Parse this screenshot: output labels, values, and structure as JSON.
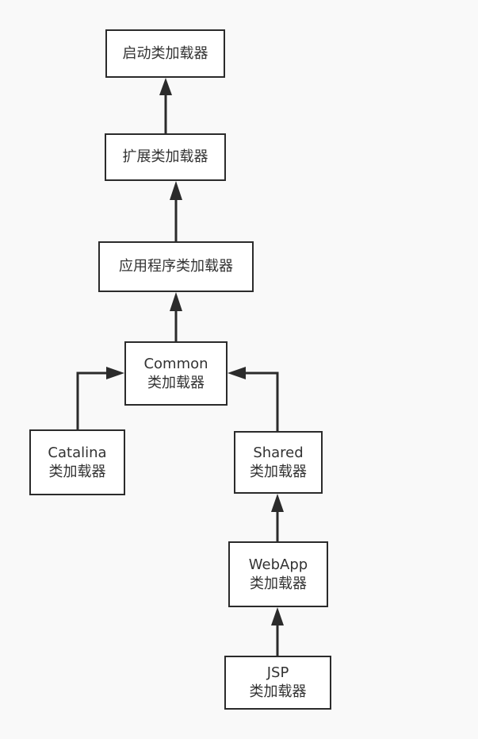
{
  "colors": {
    "background": "#f9f9f9",
    "node_fill": "#ffffff",
    "stroke": "#2b2b2b",
    "text": "#333333"
  },
  "nodes": {
    "bootstrap": {
      "line1": "启动类加载器"
    },
    "extension": {
      "line1": "扩展类加载器"
    },
    "application": {
      "line1": "应用程序类加载器"
    },
    "common": {
      "line1": "Common",
      "line2": "类加载器"
    },
    "catalina": {
      "line1": "Catalina",
      "line2": "类加载器"
    },
    "shared": {
      "line1": "Shared",
      "line2": "类加载器"
    },
    "webapp": {
      "line1": "WebApp",
      "line2": "类加载器"
    },
    "jsp": {
      "line1": "JSP",
      "line2": "类加载器"
    }
  },
  "edges": [
    {
      "from": "extension",
      "to": "bootstrap"
    },
    {
      "from": "application",
      "to": "extension"
    },
    {
      "from": "common",
      "to": "application"
    },
    {
      "from": "catalina",
      "to": "common"
    },
    {
      "from": "shared",
      "to": "common"
    },
    {
      "from": "webapp",
      "to": "shared"
    },
    {
      "from": "jsp",
      "to": "webapp"
    }
  ]
}
